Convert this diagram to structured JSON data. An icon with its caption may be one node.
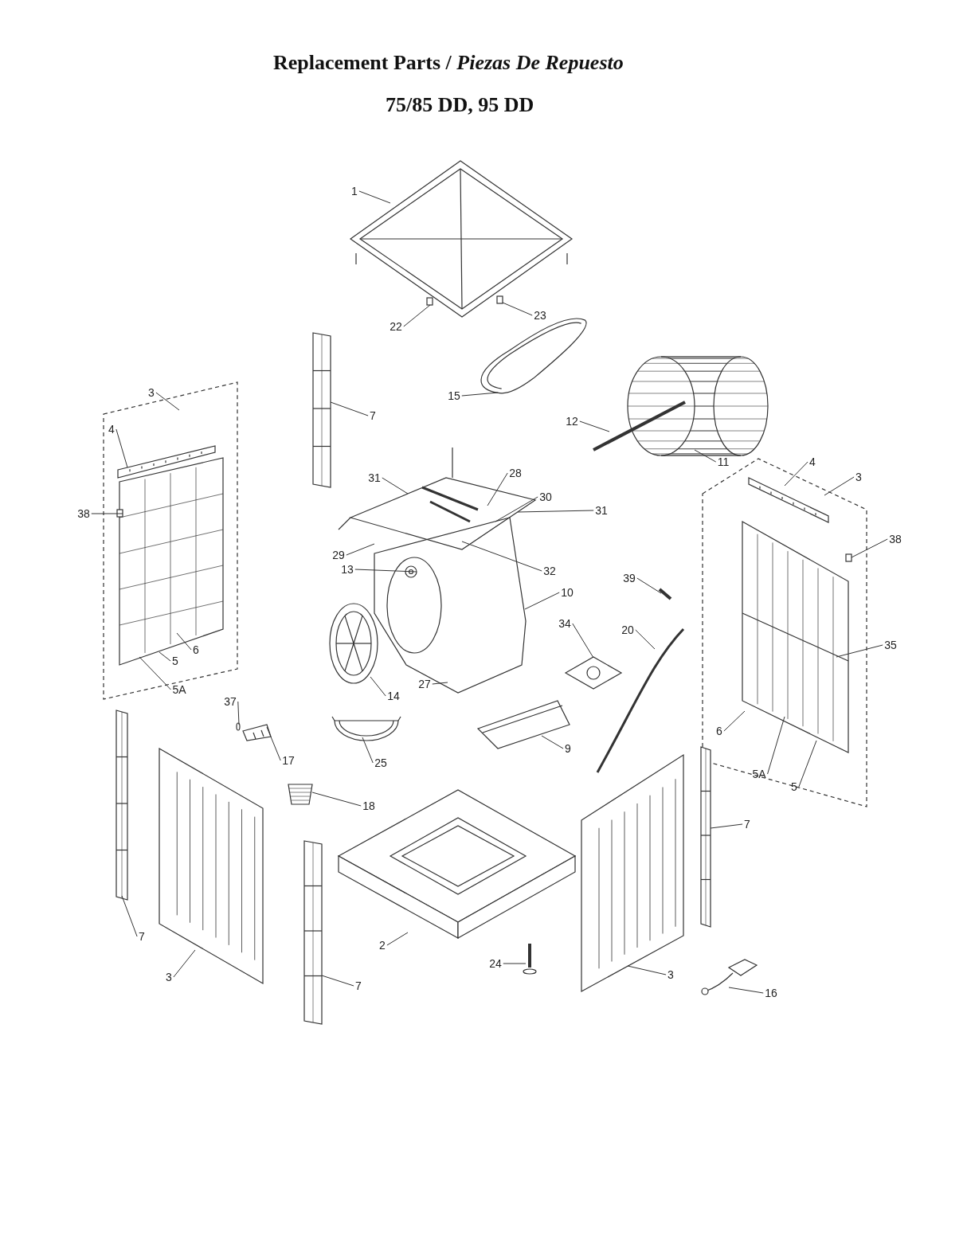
{
  "diagram": {
    "title": "Replacement Parts  /  *Piezas De Repuesto*",
    "nodes": [
      {
        "text": [
          "1"
        ]
      },
      {
        "text": [
          "22"
        ]
      },
      {
        "text": [
          "23"
        ]
      },
      {
        "text": [
          "7"
        ]
      },
      {
        "text": [
          "15"
        ]
      },
      {
        "text": [
          "12"
        ]
      },
      {
        "text": [
          "11"
        ]
      },
      {
        "text": [
          "3"
        ]
      },
      {
        "text": [
          "4"
        ],
        "in": 53
      },
      {
        "text": [
          "38"
        ]
      },
      {
        "text": [
          "31"
        ]
      },
      {
        "text": [
          "28"
        ]
      },
      {
        "text": [
          "30"
        ]
      },
      {
        "text": [
          "31"
        ]
      },
      {
        "text": [
          "29"
        ]
      },
      {
        "text": [
          "32"
        ]
      },
      {
        "text": [
          "13"
        ]
      },
      {
        "text": [
          "10"
        ]
      },
      {
        "text": [
          "4"
        ]
      },
      {
        "text": [
          "3"
        ]
      },
      {
        "text": [
          "38"
        ]
      },
      {
        "text": [
          "39"
        ]
      },
      {
        "text": [
          "34"
        ]
      },
      {
        "text": [
          "20"
        ]
      },
      {
        "text": [
          "35"
        ]
      },
      {
        "text": [
          "6"
        ],
        "in": 53
      },
      {
        "text": [
          "5"
        ],
        "in": 53
      },
      {
        "text": [
          "5A"
        ]
      },
      {
        "text": [
          "14"
        ]
      },
      {
        "text": [
          "27"
        ]
      },
      {
        "text": [
          "37"
        ]
      },
      {
        "text": [
          "17"
        ]
      },
      {
        "text": [
          "25"
        ]
      },
      {
        "text": [
          "9"
        ]
      },
      {
        "text": [
          "6"
        ],
        "in": 60
      },
      {
        "text": [
          "5A"
        ],
        "in": 60
      },
      {
        "text": [
          "5"
        ]
      },
      {
        "text": [
          "18"
        ]
      },
      {
        "text": [
          "7"
        ]
      },
      {
        "text": [
          "7"
        ]
      },
      {
        "text": [
          "2"
        ]
      },
      {
        "text": [
          "24"
        ]
      },
      {
        "text": [
          "3"
        ]
      },
      {
        "text": [
          "3"
        ]
      },
      {
        "text": [
          "7"
        ]
      },
      {
        "text": [
          "16"
        ]
      },
      {
        "text": [],
        "shape": "picture"
      },
      {
        "text": [],
        "shape": "box"
      },
      {
        "text": [],
        "shape": "box"
      },
      {
        "text": [],
        "shape": "picture"
      },
      {
        "text": [],
        "shape": "picture"
      },
      {
        "text": [],
        "shape": "picture"
      },
      {
        "text": [],
        "shape": "picture"
      },
      {
        "text": [],
        "shape": "picture"
      },
      {
        "text": [],
        "shape": "picture",
        "in": 53
      },
      {
        "text": [],
        "shape": "box",
        "in": 53
      },
      {
        "text": [],
        "shape": "picture"
      },
      {
        "text": [],
        "shape": "picture",
        "in": 58
      },
      {
        "text": [],
        "shape": "picture"
      },
      {
        "text": [],
        "shape": "picture",
        "in": 60
      },
      {
        "text": [],
        "shape": "picture"
      },
      {
        "text": [],
        "shape": "box",
        "in": 60
      },
      {
        "text": [],
        "shape": "picture"
      },
      {
        "text": [],
        "shape": "picture"
      },
      {
        "text": [],
        "shape": "picture"
      },
      {
        "text": [],
        "shape": "picture",
        "in": 60
      },
      {
        "text": [],
        "shape": "picture",
        "in": 53
      },
      {
        "text": [],
        "shape": "picture"
      },
      {
        "text": [],
        "shape": "circle"
      },
      {
        "text": [],
        "shape": "picture"
      },
      {
        "text": [],
        "shape": "picture"
      },
      {
        "text": [],
        "shape": "picture"
      },
      {
        "text": [],
        "shape": "picture"
      },
      {
        "text": [],
        "shape": "picture"
      },
      {
        "text": [],
        "shape": "picture"
      },
      {
        "text": [],
        "shape": "picture"
      },
      {
        "text": [],
        "shape": "picture"
      },
      {
        "text": [],
        "shape": "picture"
      },
      {
        "text": [],
        "shape": "picture"
      },
      {
        "text": [],
        "shape": "picture"
      },
      {
        "text": [],
        "shape": "picture"
      }
    ],
    "edges": [
      {
        "from": 0,
        "to": 46,
        "arrow": "none"
      },
      {
        "from": 1,
        "to": 47,
        "arrow": "none"
      },
      {
        "from": 2,
        "to": 48,
        "arrow": "none"
      },
      {
        "from": 3,
        "to": 49,
        "arrow": "none"
      },
      {
        "from": 4,
        "to": 50,
        "arrow": "none"
      },
      {
        "from": 5,
        "to": 51,
        "arrow": "none"
      },
      {
        "from": 6,
        "to": 52,
        "arrow": "none"
      },
      {
        "from": 7,
        "to": 53,
        "arrow": "none"
      },
      {
        "from": 8,
        "to": 54,
        "arrow": "none"
      },
      {
        "from": 9,
        "to": 55,
        "arrow": "none"
      },
      {
        "from": 10,
        "to": 56,
        "arrow": "none"
      },
      {
        "from": 11,
        "to": 56,
        "arrow": "none"
      },
      {
        "from": 12,
        "to": 56,
        "arrow": "none"
      },
      {
        "from": 13,
        "to": 56,
        "arrow": "none"
      },
      {
        "from": 14,
        "to": 56,
        "arrow": "none"
      },
      {
        "from": 15,
        "to": 56,
        "arrow": "none"
      },
      {
        "from": 16,
        "to": 57,
        "arrow": "none"
      },
      {
        "from": 17,
        "to": 58,
        "arrow": "none"
      },
      {
        "from": 18,
        "to": 59,
        "arrow": "none"
      },
      {
        "from": 19,
        "to": 60,
        "arrow": "none"
      },
      {
        "from": 20,
        "to": 61,
        "arrow": "none"
      },
      {
        "from": 21,
        "to": 62,
        "arrow": "none"
      },
      {
        "from": 22,
        "to": 63,
        "arrow": "none"
      },
      {
        "from": 23,
        "to": 64,
        "arrow": "none"
      },
      {
        "from": 24,
        "to": 65,
        "arrow": "none"
      },
      {
        "from": 25,
        "to": 66,
        "arrow": "none"
      },
      {
        "from": 26,
        "to": 66,
        "arrow": "none"
      },
      {
        "from": 27,
        "to": 66,
        "arrow": "none"
      },
      {
        "from": 28,
        "to": 67,
        "arrow": "none"
      },
      {
        "from": 29,
        "to": 58,
        "arrow": "none"
      },
      {
        "from": 30,
        "to": 68,
        "arrow": "none"
      },
      {
        "from": 31,
        "to": 69,
        "arrow": "none"
      },
      {
        "from": 32,
        "to": 70,
        "arrow": "none"
      },
      {
        "from": 33,
        "to": 71,
        "arrow": "none"
      },
      {
        "from": 34,
        "to": 65,
        "arrow": "none"
      },
      {
        "from": 35,
        "to": 65,
        "arrow": "none"
      },
      {
        "from": 36,
        "to": 65,
        "arrow": "none"
      },
      {
        "from": 37,
        "to": 72,
        "arrow": "none"
      },
      {
        "from": 38,
        "to": 73,
        "arrow": "none"
      },
      {
        "from": 39,
        "to": 74,
        "arrow": "none"
      },
      {
        "from": 40,
        "to": 75,
        "arrow": "none"
      },
      {
        "from": 41,
        "to": 76,
        "arrow": "none"
      },
      {
        "from": 42,
        "to": 77,
        "arrow": "none"
      },
      {
        "from": 43,
        "to": 78,
        "arrow": "none"
      },
      {
        "from": 44,
        "to": 79,
        "arrow": "none"
      },
      {
        "from": 45,
        "to": 80,
        "arrow": "none"
      }
    ],
    "labels": [
      "75/85 DD, 95 DD"
    ]
  }
}
